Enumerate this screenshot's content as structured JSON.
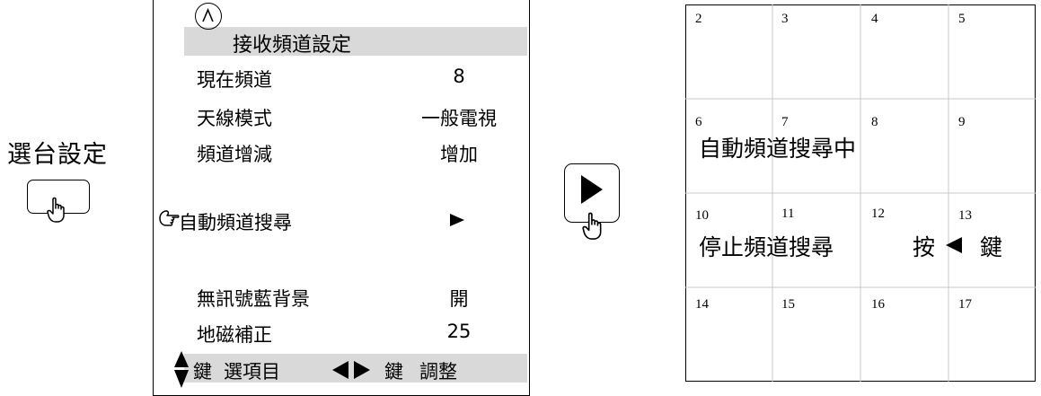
{
  "left": {
    "title": "選台設定",
    "icons": {
      "button": "remote-button",
      "hand": "pointing-hand-icon"
    }
  },
  "menu": {
    "header_title": "接收頻道設定",
    "header_icon": "up-caret-circle-icon",
    "rows": [
      {
        "label": "現在頻道",
        "value": "8"
      },
      {
        "label": "天線模式",
        "value": "一般電視"
      },
      {
        "label": "頻道增減",
        "value": "增加"
      }
    ],
    "selected_row": {
      "label": "自動頻道搜尋",
      "value_icon": "right-triangle-icon",
      "pointer_icon": "pointing-hand-icon"
    },
    "rows2": [
      {
        "label": "無訊號藍背景",
        "value": "開"
      },
      {
        "label": "地磁補正",
        "value": "25"
      }
    ],
    "footer": {
      "select_key": "鍵",
      "select_text": "選項目",
      "adjust_key": "鍵",
      "adjust_text": "調整"
    }
  },
  "play_button": {
    "icon": "play-triangle-icon"
  },
  "grid": {
    "numbers": [
      "2",
      "3",
      "4",
      "5",
      "6",
      "7",
      "8",
      "9",
      "10",
      "11",
      "12",
      "13",
      "14",
      "15",
      "16",
      "17"
    ],
    "searching_msg": "自動頻道搜尋中",
    "stop_msg_main": "停止頻道搜尋",
    "stop_msg_press": "按",
    "stop_msg_key": "鍵"
  }
}
